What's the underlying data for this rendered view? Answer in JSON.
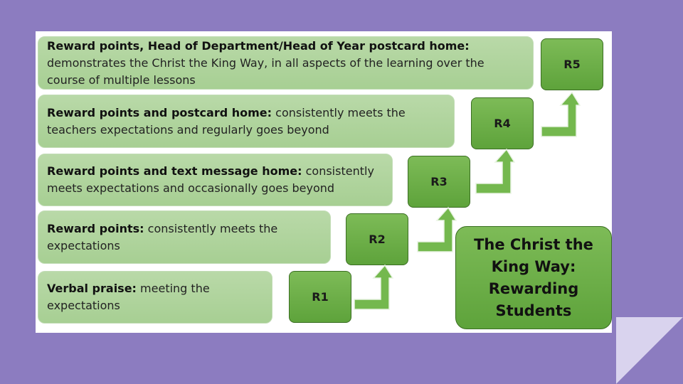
{
  "levels": [
    {
      "code": "R1",
      "bold": "Verbal praise:",
      "text": " meeting the expectations"
    },
    {
      "code": "R2",
      "bold": "Reward points:",
      "text": " consistently meets the expectations"
    },
    {
      "code": "R3",
      "bold": "Reward points and text message home:",
      "text": " consistently meets expectations and occasionally goes beyond"
    },
    {
      "code": "R4",
      "bold": "Reward points and postcard home:",
      "text": " consistently meets the teachers expectations and regularly goes beyond"
    },
    {
      "code": "R5",
      "bold": "Reward points, Head of Department/Head of Year postcard home:",
      "text": " demonstrates the Christ the King Way, in all aspects of the learning over the course of multiple lessons"
    }
  ],
  "title": "The Christ the King Way: Rewarding Students",
  "colors": {
    "background": "#8c7cc0",
    "bar_fill": "#a7cf93",
    "box_fill": "#6aad45",
    "box_border": "#3a6e22"
  }
}
